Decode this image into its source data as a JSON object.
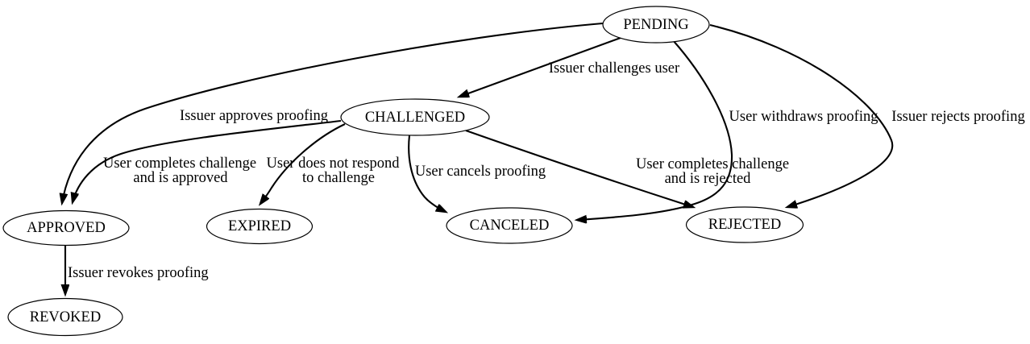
{
  "diagram": {
    "background": "#ffffff",
    "stroke_color": "#000000",
    "text_color": "#000000"
  },
  "nodes": {
    "pending": {
      "label": "PENDING"
    },
    "challenged": {
      "label": "CHALLENGED"
    },
    "approved": {
      "label": "APPROVED"
    },
    "expired": {
      "label": "EXPIRED"
    },
    "canceled": {
      "label": "CANCELED"
    },
    "rejected": {
      "label": "REJECTED"
    },
    "revoked": {
      "label": "REVOKED"
    }
  },
  "edges": {
    "pending_challenged": {
      "from": "PENDING",
      "to": "CHALLENGED",
      "label": "Issuer challenges user"
    },
    "pending_approved": {
      "from": "PENDING",
      "to": "APPROVED",
      "label": "Issuer approves proofing"
    },
    "pending_canceled": {
      "from": "PENDING",
      "to": "CANCELED",
      "label": "User withdraws proofing"
    },
    "pending_rejected": {
      "from": "PENDING",
      "to": "REJECTED",
      "label": "Issuer rejects proofing"
    },
    "challenged_approved": {
      "from": "CHALLENGED",
      "to": "APPROVED",
      "label_lines": [
        "User completes challenge",
        "and is approved"
      ]
    },
    "challenged_expired": {
      "from": "CHALLENGED",
      "to": "EXPIRED",
      "label_lines": [
        "User does not respond",
        "to challenge"
      ]
    },
    "challenged_canceled": {
      "from": "CHALLENGED",
      "to": "CANCELED",
      "label": "User cancels proofing"
    },
    "challenged_rejected": {
      "from": "CHALLENGED",
      "to": "REJECTED",
      "label_lines": [
        "User completes challenge",
        "and is rejected"
      ]
    },
    "approved_revoked": {
      "from": "APPROVED",
      "to": "REVOKED",
      "label": "Issuer revokes proofing"
    }
  }
}
